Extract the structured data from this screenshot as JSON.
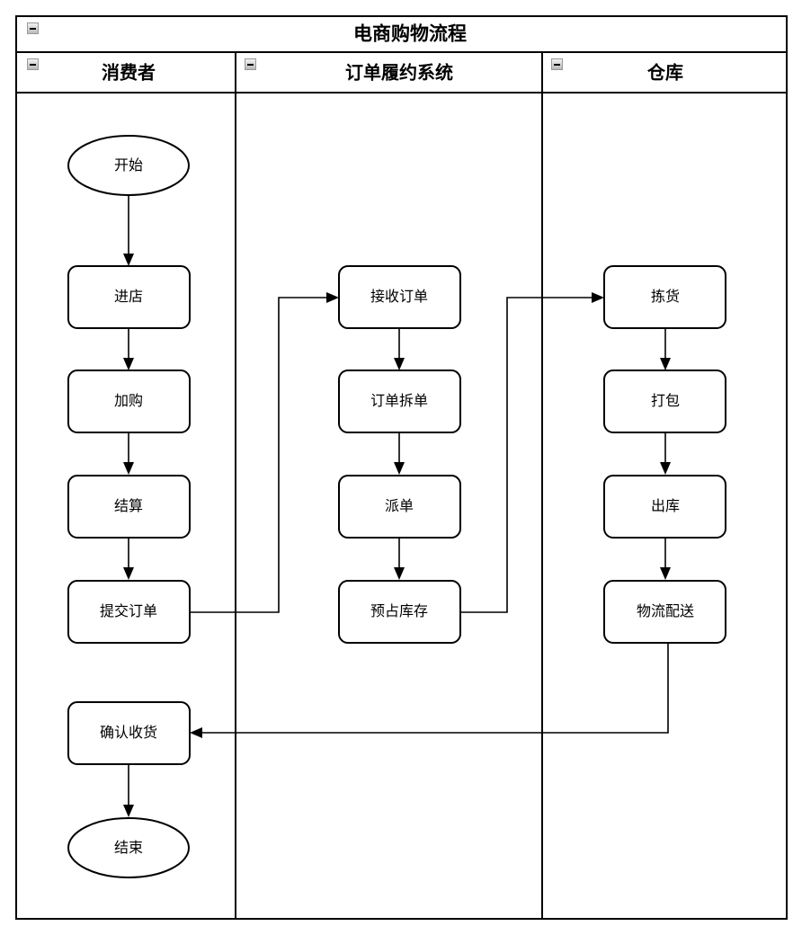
{
  "diagram": {
    "title": "电商购物流程",
    "type": "cross-functional-flowchart",
    "collapse_icon": "minus-collapse-icon",
    "lanes": [
      {
        "id": "consumer",
        "label": "消费者"
      },
      {
        "id": "order-fulfillment",
        "label": "订单履约系统"
      },
      {
        "id": "warehouse",
        "label": "仓库"
      }
    ],
    "nodes": [
      {
        "id": "start",
        "lane": "consumer",
        "shape": "ellipse",
        "label": "开始"
      },
      {
        "id": "enter-shop",
        "lane": "consumer",
        "shape": "rounded-rectangle",
        "label": "进店"
      },
      {
        "id": "add-cart",
        "lane": "consumer",
        "shape": "rounded-rectangle",
        "label": "加购"
      },
      {
        "id": "checkout",
        "lane": "consumer",
        "shape": "rounded-rectangle",
        "label": "结算"
      },
      {
        "id": "submit",
        "lane": "consumer",
        "shape": "rounded-rectangle",
        "label": "提交订单"
      },
      {
        "id": "confirm",
        "lane": "consumer",
        "shape": "rounded-rectangle",
        "label": "确认收货"
      },
      {
        "id": "end",
        "lane": "consumer",
        "shape": "ellipse",
        "label": "结束"
      },
      {
        "id": "receive",
        "lane": "order-fulfillment",
        "shape": "rounded-rectangle",
        "label": "接收订单"
      },
      {
        "id": "split",
        "lane": "order-fulfillment",
        "shape": "rounded-rectangle",
        "label": "订单拆单"
      },
      {
        "id": "dispatch",
        "lane": "order-fulfillment",
        "shape": "rounded-rectangle",
        "label": "派单"
      },
      {
        "id": "reserve",
        "lane": "order-fulfillment",
        "shape": "rounded-rectangle",
        "label": "预占库存"
      },
      {
        "id": "pick",
        "lane": "warehouse",
        "shape": "rounded-rectangle",
        "label": "拣货"
      },
      {
        "id": "pack",
        "lane": "warehouse",
        "shape": "rounded-rectangle",
        "label": "打包"
      },
      {
        "id": "outbound",
        "lane": "warehouse",
        "shape": "rounded-rectangle",
        "label": "出库"
      },
      {
        "id": "delivery",
        "lane": "warehouse",
        "shape": "rounded-rectangle",
        "label": "物流配送"
      }
    ],
    "edges": [
      {
        "from": "start",
        "to": "enter-shop"
      },
      {
        "from": "enter-shop",
        "to": "add-cart"
      },
      {
        "from": "add-cart",
        "to": "checkout"
      },
      {
        "from": "checkout",
        "to": "submit"
      },
      {
        "from": "submit",
        "to": "receive"
      },
      {
        "from": "receive",
        "to": "split"
      },
      {
        "from": "split",
        "to": "dispatch"
      },
      {
        "from": "dispatch",
        "to": "reserve"
      },
      {
        "from": "reserve",
        "to": "pick"
      },
      {
        "from": "pick",
        "to": "pack"
      },
      {
        "from": "pack",
        "to": "outbound"
      },
      {
        "from": "outbound",
        "to": "delivery"
      },
      {
        "from": "delivery",
        "to": "confirm"
      },
      {
        "from": "confirm",
        "to": "end"
      }
    ],
    "colors": {
      "stroke": "#000000",
      "fill": "#ffffff",
      "background": "#ffffff"
    }
  }
}
